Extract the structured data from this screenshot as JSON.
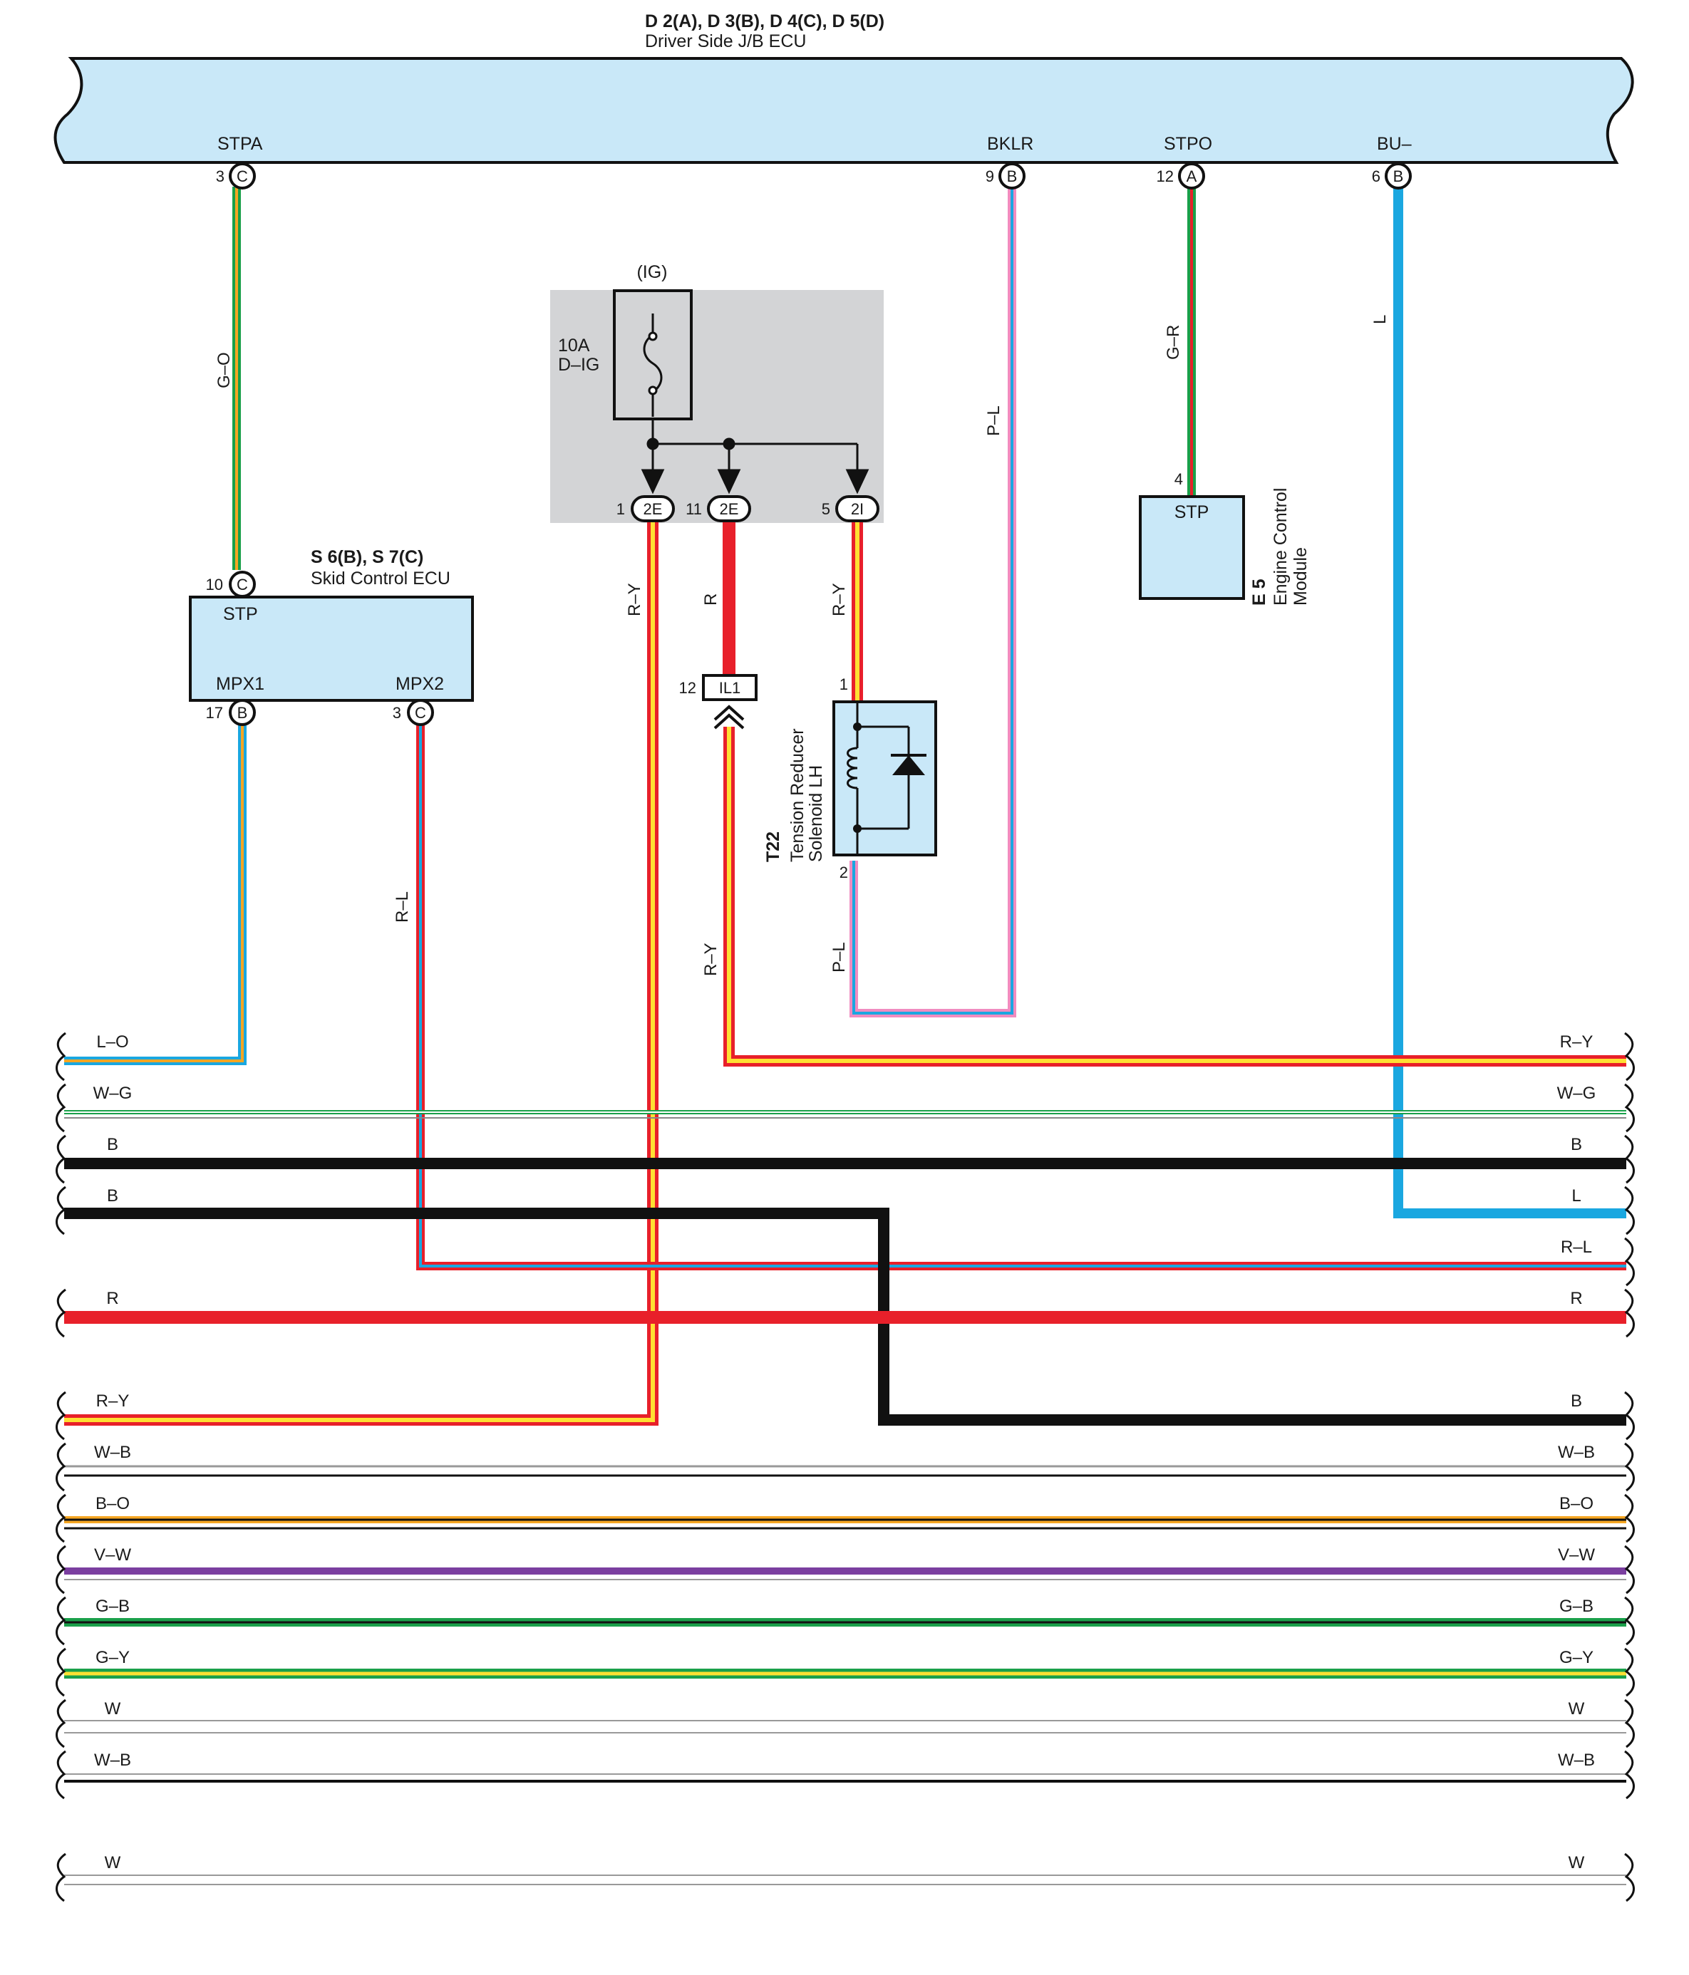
{
  "header": {
    "connectors": "D 2(A), D 3(B), D 4(C), D 5(D)",
    "name": "Driver Side J/B ECU"
  },
  "jb_pins": [
    {
      "label": "STPA",
      "num": "3",
      "conn": "C"
    },
    {
      "label": "BKLR",
      "num": "9",
      "conn": "B"
    },
    {
      "label": "STPO",
      "num": "12",
      "conn": "A"
    },
    {
      "label": "BU–",
      "num": "6",
      "conn": "B"
    }
  ],
  "fuse": {
    "group": "(IG)",
    "rating": "10A",
    "name": "D–IG",
    "outputs": [
      {
        "num": "1",
        "conn": "2E"
      },
      {
        "num": "11",
        "conn": "2E"
      },
      {
        "num": "5",
        "conn": "2I"
      }
    ]
  },
  "skid": {
    "title": "S 6(B), S 7(C)",
    "name": "Skid Control ECU",
    "stp_label": "STP",
    "stp_num": "10",
    "stp_conn": "C",
    "mpx1_label": "MPX1",
    "mpx1_num": "17",
    "mpx1_conn": "B",
    "mpx2_label": "MPX2",
    "mpx2_num": "3",
    "mpx2_conn": "C"
  },
  "ecm": {
    "code": "E 5",
    "line1": "Engine Control",
    "line2": "Module",
    "stp_label": "STP",
    "pin": "4"
  },
  "solenoid": {
    "code": "T22",
    "line1": "Tension Reducer",
    "line2": "Solenoid LH",
    "pin1": "1",
    "pin2": "2"
  },
  "il1": {
    "num": "12",
    "label": "IL1"
  },
  "wire_labels": {
    "stpa": "G–O",
    "bklr": "P–L",
    "stpo": "G–R",
    "bu": "L",
    "out1": "R–Y",
    "out11": "R",
    "out5": "R–Y",
    "mpx2": "R–L",
    "il1_down": "R–Y",
    "sol2": "P–L"
  },
  "bus_rows": [
    {
      "left": "L–O",
      "right": "R–Y"
    },
    {
      "left": "W–G",
      "right": "W–G"
    },
    {
      "left": "B",
      "right": "B"
    },
    {
      "left": "B",
      "right": "L"
    },
    {
      "left": "",
      "right": "R–L"
    },
    {
      "left": "R",
      "right": "R"
    },
    {
      "left": "",
      "right": ""
    },
    {
      "left": "R–Y",
      "right": "B"
    },
    {
      "left": "W–B",
      "right": "W–B"
    },
    {
      "left": "B–O",
      "right": "B–O"
    },
    {
      "left": "V–W",
      "right": "V–W"
    },
    {
      "left": "G–B",
      "right": "G–B"
    },
    {
      "left": "G–Y",
      "right": "G–Y"
    },
    {
      "left": "W",
      "right": "W"
    },
    {
      "left": "W–B",
      "right": "W–B"
    },
    {
      "left": "",
      "right": ""
    },
    {
      "left": "W",
      "right": "W"
    }
  ],
  "colors": {
    "jb_fill": "#c9e8f8",
    "box_fill": "#c9e8f8",
    "shade": "#d3d4d6",
    "red": "#e8202a",
    "yellow": "#ffe033",
    "green": "#1aa04a",
    "orange": "#f5a623",
    "blue": "#1aa7e0",
    "pink": "#f08cc0",
    "black": "#111111",
    "purple": "#7b3fa0",
    "white_line": "#888888"
  }
}
